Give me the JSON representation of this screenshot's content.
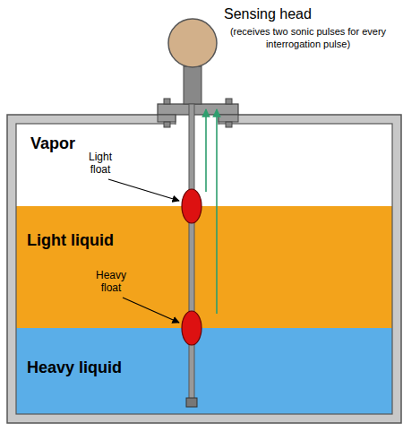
{
  "diagram": {
    "nodes": [
      {
        "text": [
          "Sensing head",
          "(receives two sonic pulses for every interrogation pulse)"
        ]
      },
      {
        "text": [
          "Vapor"
        ]
      },
      {
        "text": [
          "Light liquid"
        ]
      },
      {
        "text": [
          "Heavy liquid"
        ]
      }
    ],
    "labels": [
      "Light float",
      "Heavy float"
    ]
  }
}
